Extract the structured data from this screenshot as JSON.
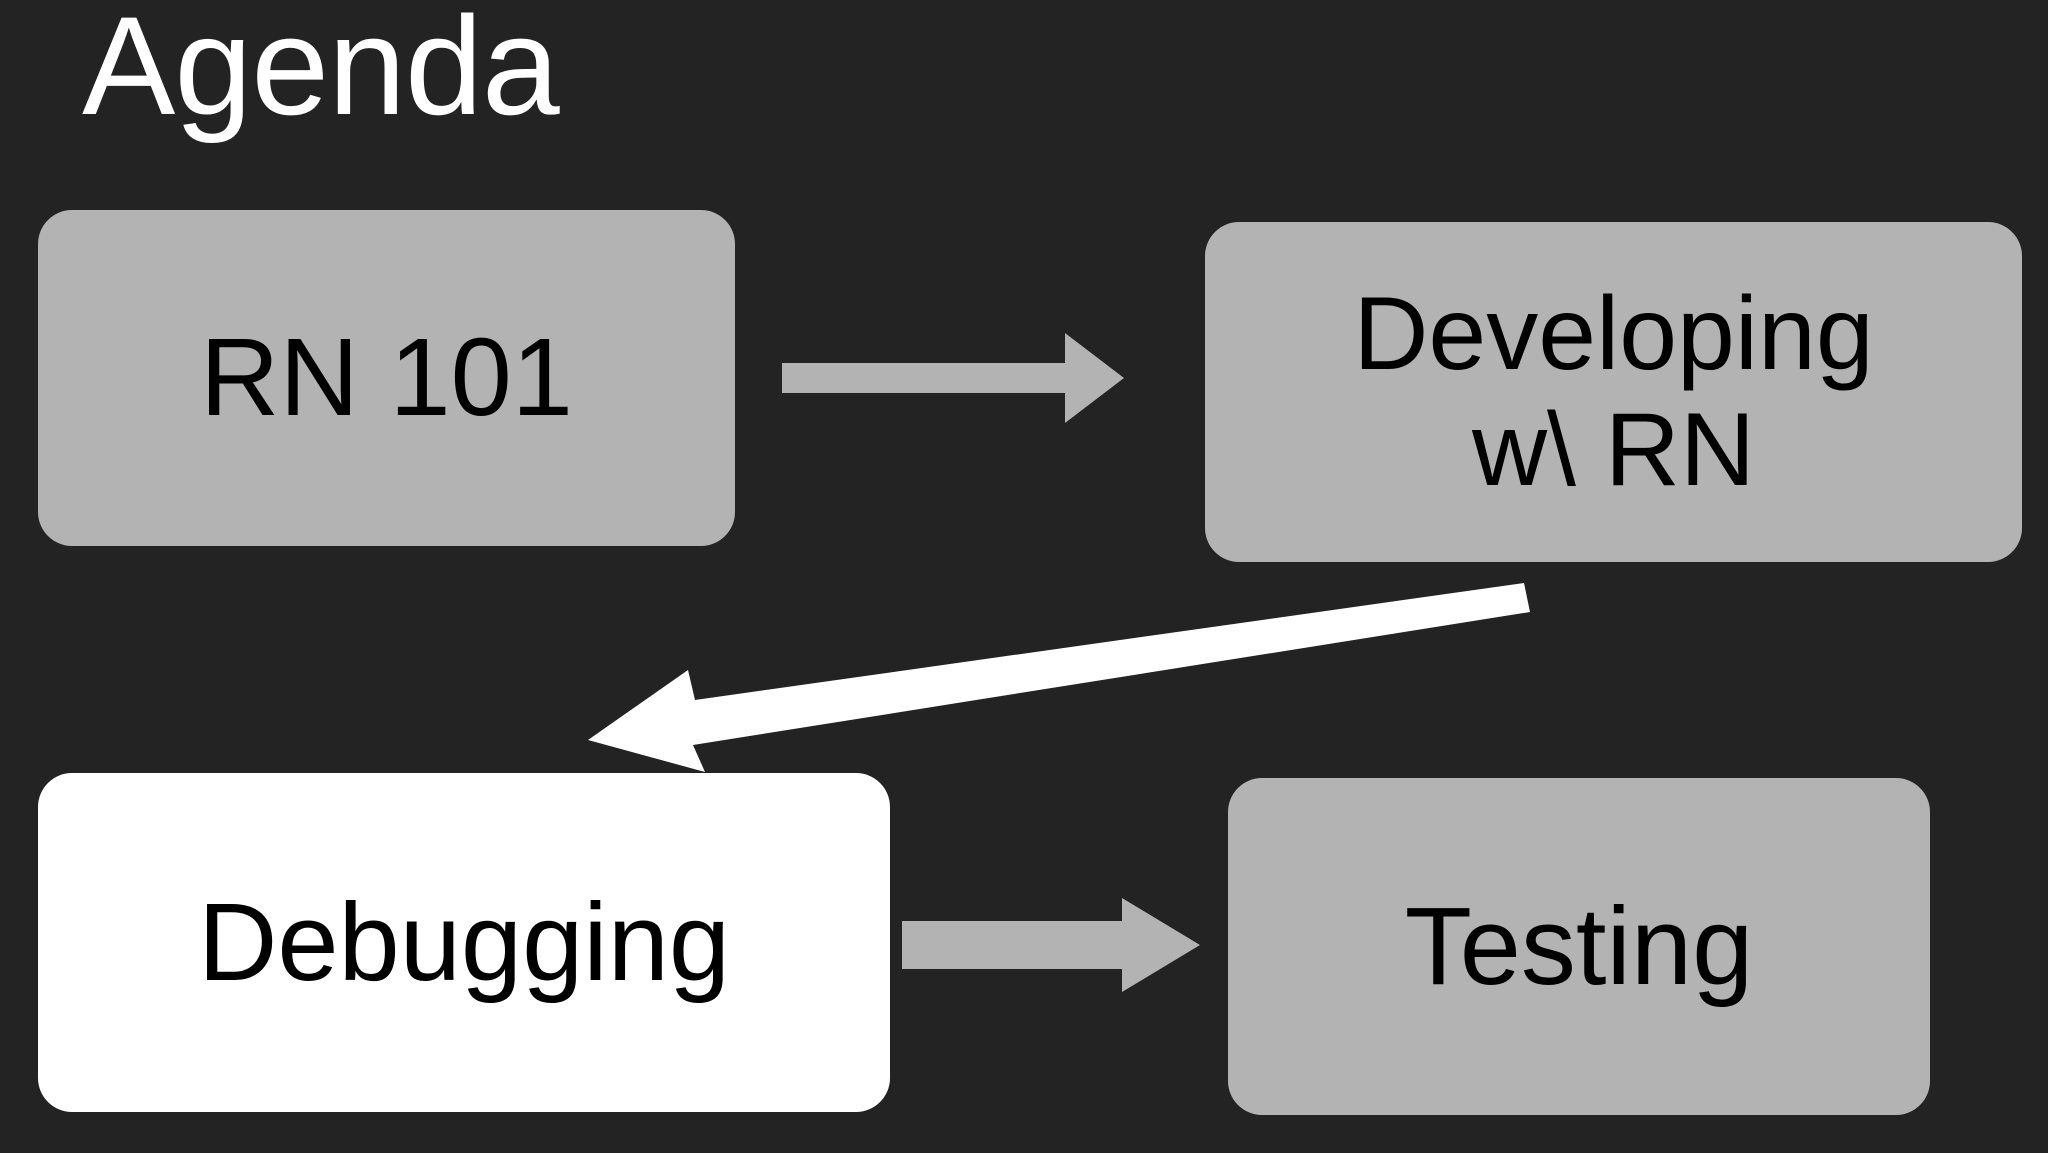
{
  "slide": {
    "title": "Agenda",
    "background_color": "#232323",
    "title_color": "#ffffff"
  },
  "colors": {
    "background": "#232323",
    "box_inactive": "#b3b3b3",
    "box_active": "#ffffff",
    "box_text": "#000000",
    "arrow_gray": "#b3b3b3",
    "arrow_white": "#ffffff"
  },
  "boxes": [
    {
      "id": "rn101",
      "label": "RN 101",
      "state": "inactive",
      "fill": "#b3b3b3"
    },
    {
      "id": "developing",
      "label": "Developing\nw\\ RN",
      "state": "inactive",
      "fill": "#b3b3b3"
    },
    {
      "id": "debugging",
      "label": "Debugging",
      "state": "active",
      "fill": "#ffffff"
    },
    {
      "id": "testing",
      "label": "Testing",
      "state": "inactive",
      "fill": "#b3b3b3"
    }
  ],
  "arrows": [
    {
      "id": "rn101-to-developing",
      "from": "rn101",
      "to": "developing",
      "color": "#b3b3b3",
      "direction": "right"
    },
    {
      "id": "developing-to-debugging",
      "from": "developing",
      "to": "debugging",
      "color": "#ffffff",
      "direction": "down-left"
    },
    {
      "id": "debugging-to-testing",
      "from": "debugging",
      "to": "testing",
      "color": "#b3b3b3",
      "direction": "right"
    }
  ]
}
